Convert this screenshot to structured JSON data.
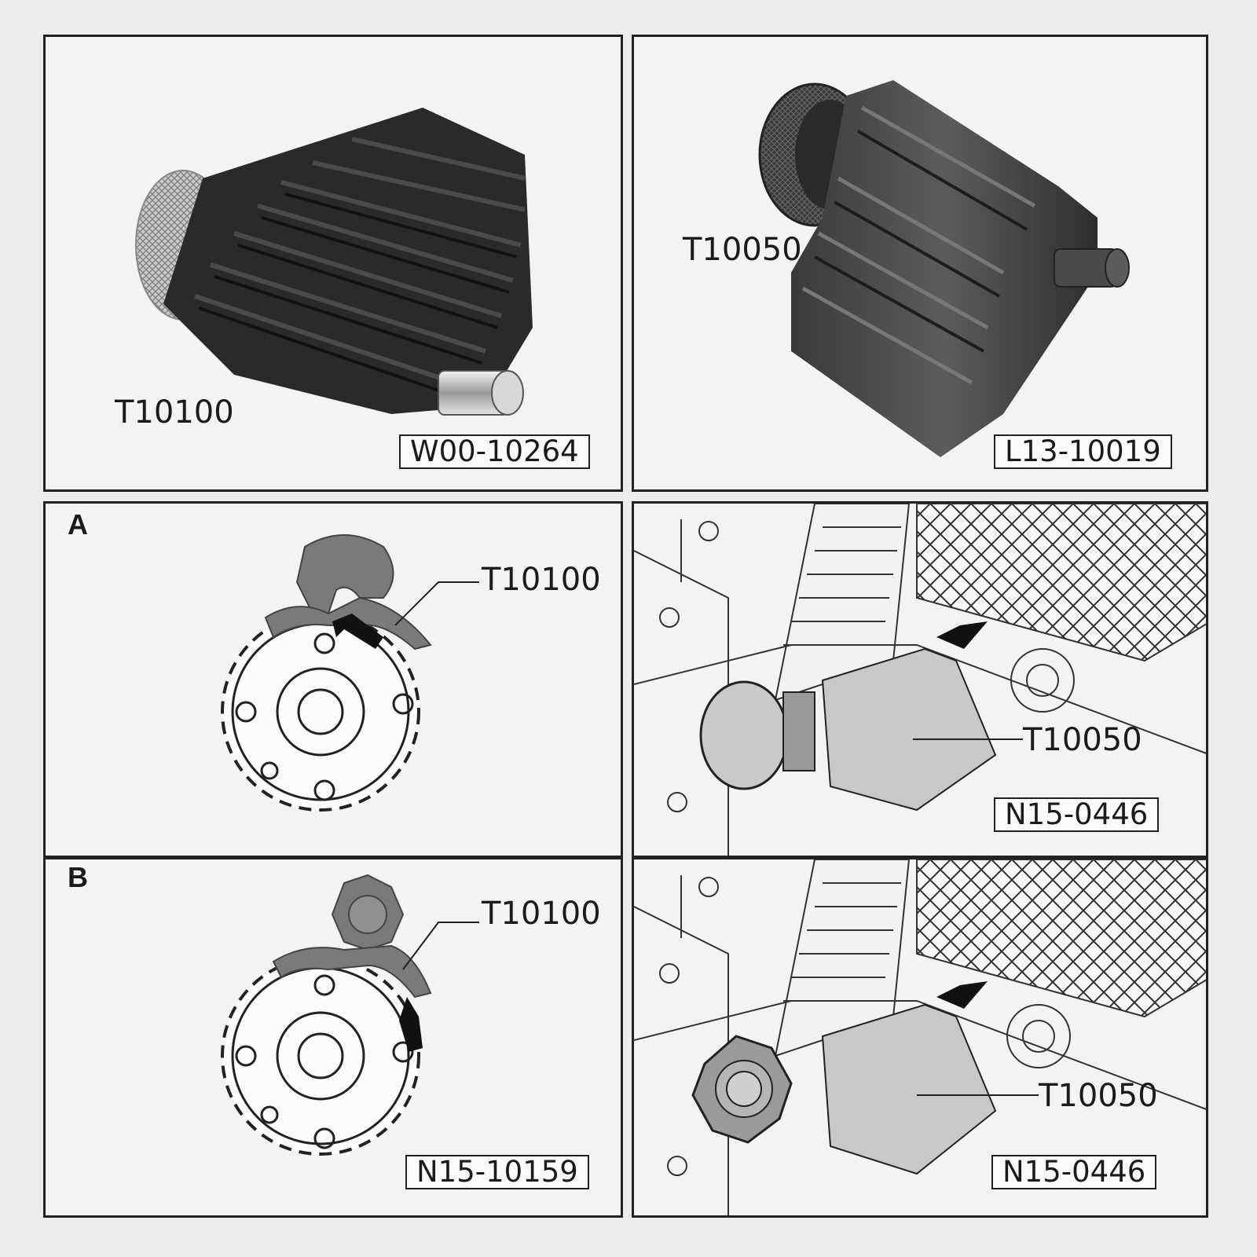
{
  "panels": {
    "tool_photo_1": {
      "tool_label": "T10100",
      "figure_code": "W00-10264"
    },
    "tool_photo_2": {
      "tool_label": "T10050",
      "figure_code": "L13-10019"
    },
    "diagram_a": {
      "letter": "A",
      "tool_label": "T10100"
    },
    "engine_view_1": {
      "tool_label": "T10050",
      "figure_code": "N15-0446"
    },
    "diagram_b": {
      "letter": "B",
      "tool_label": "T10100",
      "figure_code": "N15-10159"
    },
    "engine_view_2": {
      "tool_label": "T10050",
      "figure_code": "N15-0446"
    }
  }
}
